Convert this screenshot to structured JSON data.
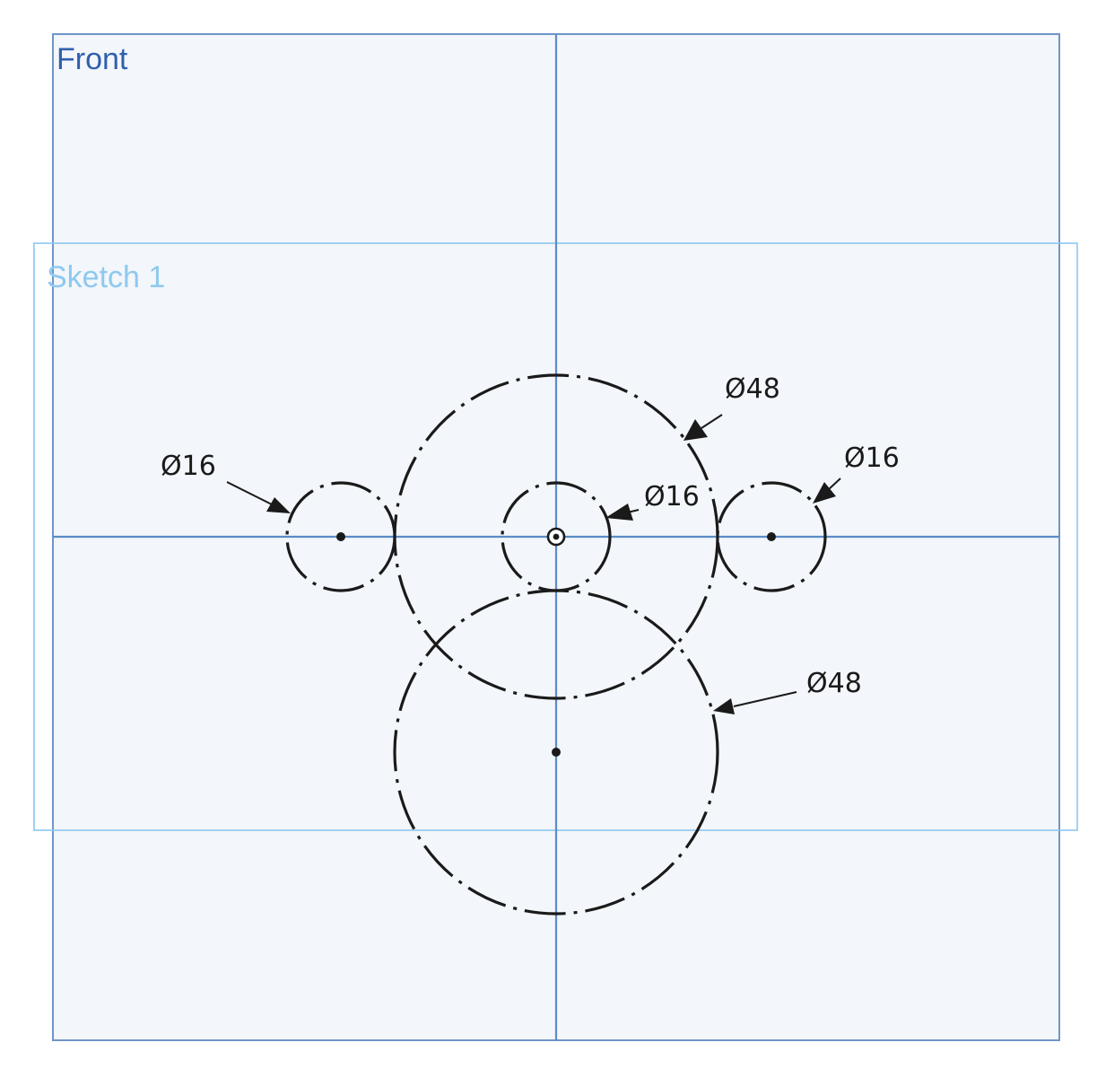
{
  "planes": {
    "front": {
      "label": "Front"
    },
    "sketch": {
      "label": "Sketch 1"
    }
  },
  "colors": {
    "plane_fill": "#f3f6fa",
    "plane_border": "#6f95c9",
    "front_label": "#2f5fae",
    "sketch_border": "#8cc6ee",
    "sketch_label": "#8ec9ef",
    "axis": "#5b8cc8",
    "geometry": "#1a1a1a"
  },
  "dimensions": {
    "big_upper": "Ø48",
    "big_lower": "Ø48",
    "small_left": "Ø16",
    "small_center": "Ø16",
    "small_right": "Ø16"
  },
  "icons": {
    "origin": "origin-marker-icon"
  }
}
